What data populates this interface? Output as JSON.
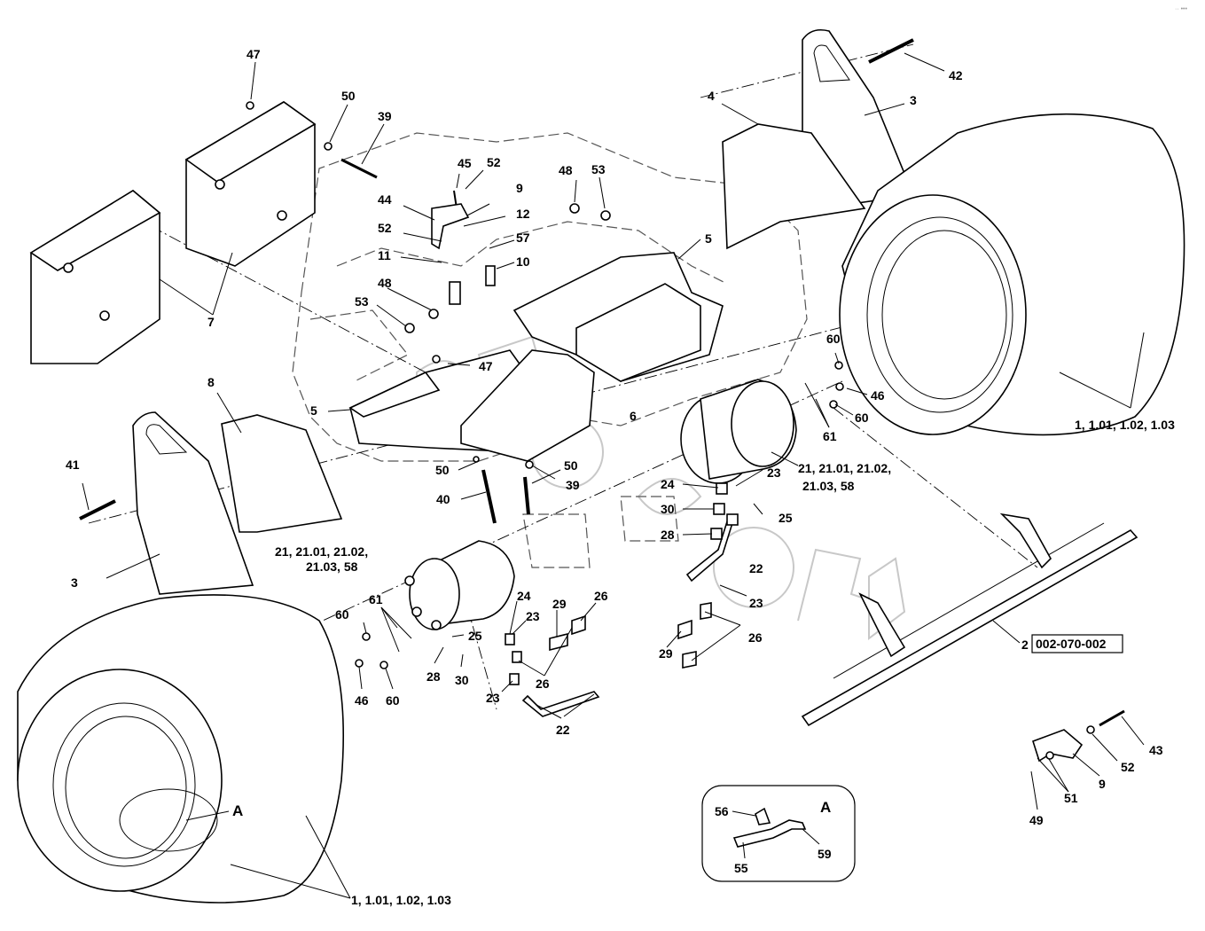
{
  "corner_mark": "·· •••",
  "ref_box_label": "002-070-002",
  "detail_label": "A",
  "callouts": {
    "c47a": "47",
    "c50a": "50",
    "c39a": "39",
    "c45": "45",
    "c52a": "52",
    "c9a": "9",
    "c44": "44",
    "c12": "12",
    "c52b": "52",
    "c57": "57",
    "c11": "11",
    "c10": "10",
    "c48a": "48",
    "c53a": "53",
    "c48b": "48",
    "c53b": "53",
    "c7": "7",
    "c4": "4",
    "c3a": "3",
    "c42": "42",
    "c5a": "5",
    "c5b": "5",
    "c47b": "47",
    "c8": "8",
    "c6": "6",
    "c60a": "60",
    "c46a": "46",
    "c60b": "60",
    "c61a": "61",
    "c1a": "1, 1.01, 1.02, 1.03",
    "c41": "41",
    "c50b": "50",
    "c50c": "50",
    "c39b": "39",
    "c40": "40",
    "c23a": "23",
    "c24a": "24",
    "c25a": "25",
    "c30a": "30",
    "c28a": "28",
    "c22a": "22",
    "c23b": "23",
    "c21a": "21, 21.01, 21.02,",
    "c21a2": "21.03, 58",
    "c21b": "21, 21.01, 21.02,",
    "c21b2": "21.03, 58",
    "c3b": "3",
    "c24b": "24",
    "c61b": "61",
    "c60c": "60",
    "c23c": "23",
    "c25b": "25",
    "c29a": "29",
    "c26a": "26",
    "c28b": "28",
    "c30b": "30",
    "c46b": "46",
    "c60d": "60",
    "c23d": "23",
    "c26b": "26",
    "c22b": "22",
    "c29b": "29",
    "c26c": "26",
    "c2": "2",
    "c43": "43",
    "c52c": "52",
    "c51": "51",
    "c9b": "9",
    "c49": "49",
    "c56": "56",
    "c55": "55",
    "c59": "59",
    "cA": "A",
    "c1b": "1, 1.01, 1.02, 1.03"
  }
}
